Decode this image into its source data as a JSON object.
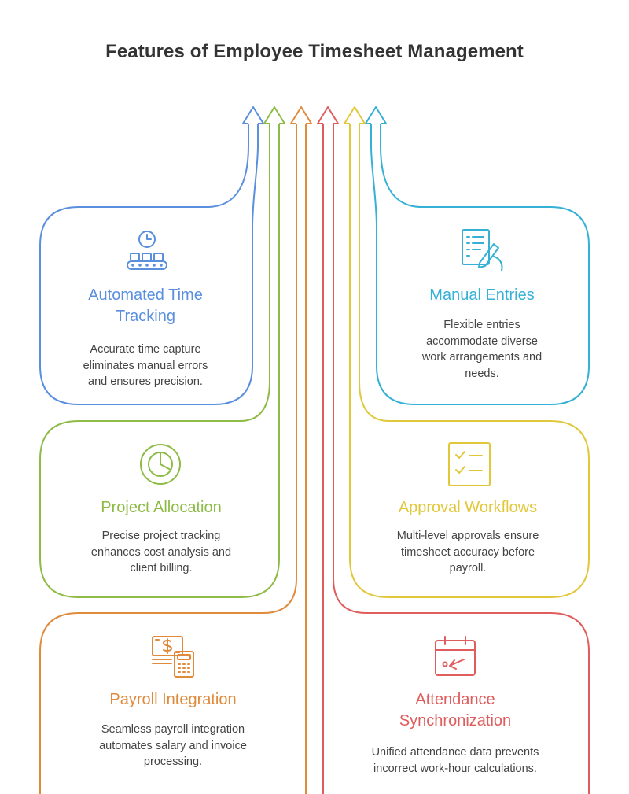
{
  "title": "Features of Employee Timesheet Management",
  "colors": {
    "blue": "#5A8FDD",
    "green": "#8DBB46",
    "orange": "#E08A3C",
    "red": "#E05D5D",
    "yellow": "#E1C83A",
    "cyan": "#35B1D6"
  },
  "cards": [
    {
      "id": "automated-time-tracking",
      "icon": "clock-conveyor-icon",
      "heading": "Automated Time Tracking",
      "heading_lines": [
        "Automated Time",
        "Tracking"
      ],
      "description_lines": [
        "Accurate time capture",
        "eliminates manual errors",
        "and ensures precision."
      ],
      "color": "blue"
    },
    {
      "id": "manual-entries",
      "icon": "document-pen-icon",
      "heading": "Manual Entries",
      "heading_lines": [
        "Manual Entries"
      ],
      "description_lines": [
        "Flexible entries",
        "accommodate diverse",
        "work arrangements and",
        "needs."
      ],
      "color": "cyan"
    },
    {
      "id": "project-allocation",
      "icon": "pie-chart-icon",
      "heading": "Project Allocation",
      "heading_lines": [
        "Project Allocation"
      ],
      "description_lines": [
        "Precise project tracking",
        "enhances cost analysis and",
        "client billing."
      ],
      "color": "green"
    },
    {
      "id": "approval-workflows",
      "icon": "checklist-icon",
      "heading": "Approval Workflows",
      "heading_lines": [
        "Approval Workflows"
      ],
      "description_lines": [
        "Multi-level approvals ensure",
        "timesheet accuracy before",
        "payroll."
      ],
      "color": "yellow"
    },
    {
      "id": "payroll-integration",
      "icon": "money-calculator-icon",
      "heading": "Payroll Integration",
      "heading_lines": [
        "Payroll Integration"
      ],
      "description_lines": [
        "Seamless payroll integration",
        "automates salary and invoice",
        "processing."
      ],
      "color": "orange"
    },
    {
      "id": "attendance-synchronization",
      "icon": "calendar-arrow-icon",
      "heading": "Attendance Synchronization",
      "heading_lines": [
        "Attendance",
        "Synchronization"
      ],
      "description_lines": [
        "Unified attendance data prevents",
        "incorrect work-hour calculations."
      ],
      "color": "red"
    }
  ]
}
